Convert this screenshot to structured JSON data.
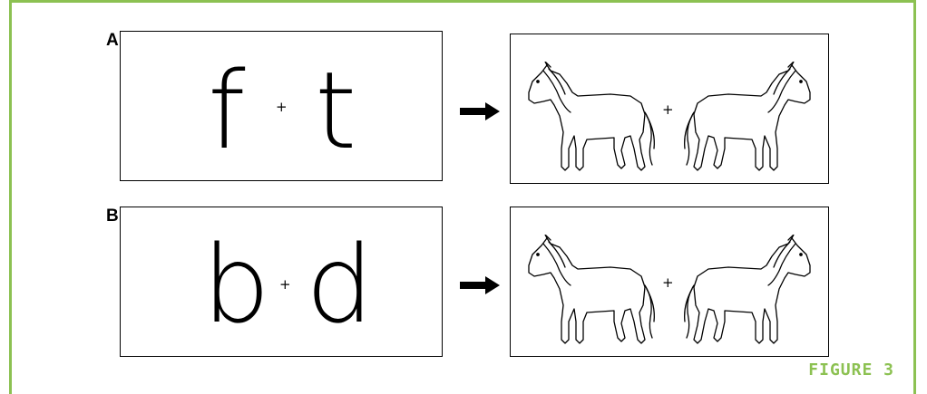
{
  "panels": [
    {
      "label": "A",
      "left_letter": "f",
      "right_letter": "t",
      "plus": "+"
    },
    {
      "label": "B",
      "left_letter": "b",
      "right_letter": "d",
      "plus": "+"
    }
  ],
  "horse_plus": "+",
  "figure_caption": "FIGURE 3",
  "colors": {
    "frame": "#8cc152",
    "caption": "#8cc152",
    "ink": "#000000"
  },
  "icons": [
    "right-arrow-icon",
    "horse-facing-left-icon",
    "horse-facing-right-icon"
  ]
}
